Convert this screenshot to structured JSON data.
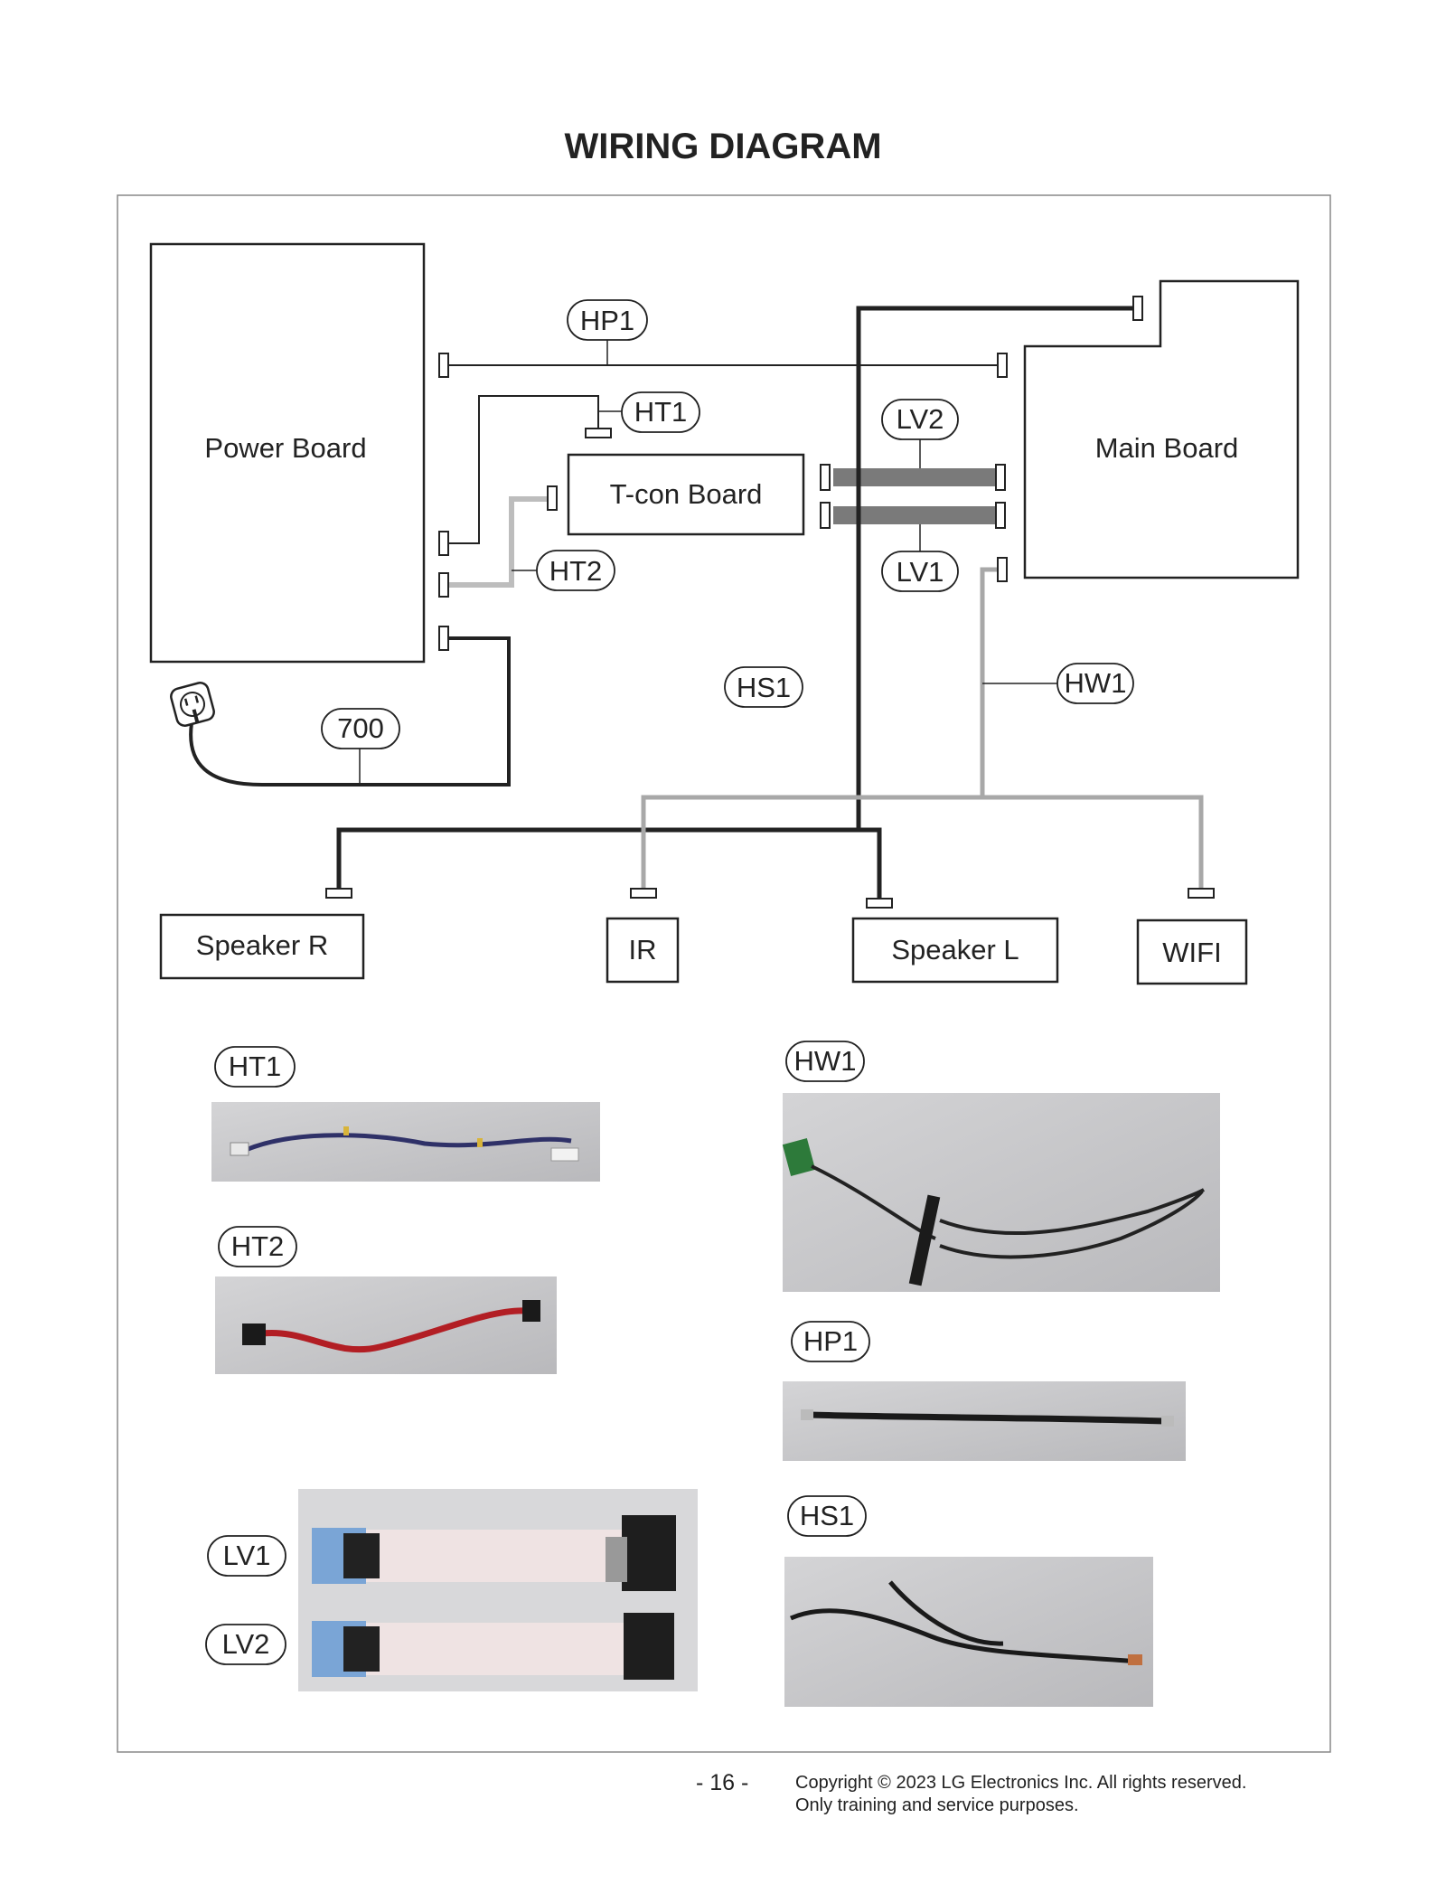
{
  "title": "WIRING DIAGRAM",
  "boards": {
    "power": "Power Board",
    "tcon": "T-con Board",
    "main": "Main Board",
    "speaker_r": "Speaker R",
    "ir": "IR",
    "speaker_l": "Speaker L",
    "wifi": "WIFI"
  },
  "cable_labels": {
    "hp1": "HP1",
    "ht1": "HT1",
    "ht2": "HT2",
    "lv1": "LV1",
    "lv2": "LV2",
    "hs1": "HS1",
    "hw1": "HW1",
    "c700": "700"
  },
  "photo_labels": {
    "ht1": "HT1",
    "ht2": "HT2",
    "lv1": "LV1",
    "lv2": "LV2",
    "hw1": "HW1",
    "hp1": "HP1",
    "hs1": "HS1"
  },
  "footer": {
    "page": "- 16 -",
    "copyright": "Copyright © 2023 LG Electronics Inc. All rights reserved.",
    "purpose": "Only training and service purposes."
  },
  "colors": {
    "black_cable": "#222222",
    "grey_cable": "#a8a8a8",
    "lvds_cable": "#7a7a7a"
  }
}
